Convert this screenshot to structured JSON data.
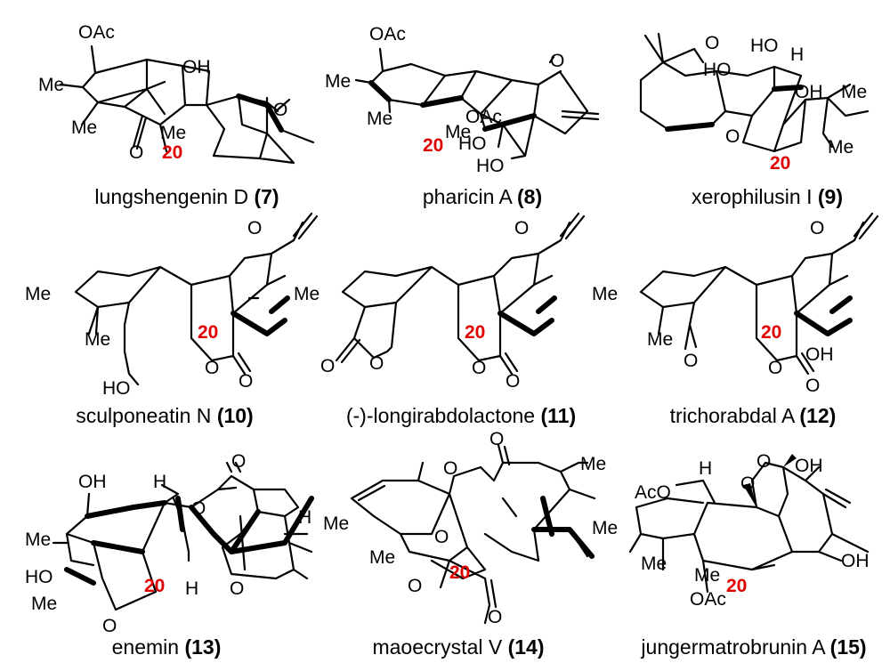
{
  "figure": {
    "highlight_color": "#e00000",
    "position_label": "20",
    "compounds": [
      {
        "name": "lungshengenin D",
        "number": "(7)",
        "labels": {
          "oac": "OAc",
          "oh": "OH",
          "me_a": "Me",
          "me_b": "Me",
          "me_c": "Me",
          "o_ketone": "O",
          "o_ether": "O"
        }
      },
      {
        "name": "pharicin A",
        "number": "(8)",
        "labels": {
          "oac": "OAc",
          "oac2": "OAc",
          "me_a": "Me",
          "me_b": "Me",
          "me_c": "Me",
          "o_ketone": "O",
          "oh_a": "HO",
          "oh_b": "HO"
        }
      },
      {
        "name": "xerophilusin I",
        "number": "(9)",
        "labels": {
          "o_ketone": "O",
          "oh_a": "HO",
          "oh_b": "HO",
          "oh_c": "OH",
          "h": "H",
          "me_a": "Me",
          "me_b": "Me",
          "o_ether": "O"
        }
      },
      {
        "name": "sculponeatin N",
        "number": "(10)",
        "labels": {
          "me_a": "Me",
          "me_b": "Me",
          "o_ketone": "O",
          "ho": "HO",
          "o_ring": "O",
          "o_carbonyl": "O"
        }
      },
      {
        "name": "(-)-longirabdolactone",
        "number": "(11)",
        "labels": {
          "me": "Me",
          "o_ketone": "O",
          "o_lac1": "O",
          "o_lac1_ring": "O",
          "o_ring": "O",
          "o_carbonyl": "O"
        }
      },
      {
        "name": "trichorabdal A",
        "number": "(12)",
        "labels": {
          "me_a": "Me",
          "me_b": "Me",
          "o_ketone": "O",
          "o_ald": "O",
          "o_ring": "O",
          "oh": "OH",
          "o_carbonyl": "O"
        }
      },
      {
        "name": "enemin",
        "number": "(13)",
        "labels": {
          "oh": "OH",
          "me_a": "Me",
          "me_b": "Me",
          "ho": "HO",
          "h_a": "H",
          "h_b": "H",
          "h_c": "H",
          "o_ring": "O",
          "o_lac": "O",
          "o_carbonyl": "O",
          "o_ketone": "O"
        }
      },
      {
        "name": "maoecrystal V",
        "number": "(14)",
        "labels": {
          "o_enone": "O",
          "o_ketone": "O",
          "me_a": "Me",
          "me_b": "Me",
          "me_c": "Me",
          "o_ether": "O",
          "o_ring": "O",
          "o_carbonyl": "O"
        }
      },
      {
        "name": "jungermatrobrunin A",
        "number": "(15)",
        "labels": {
          "aco": "AcO",
          "h": "H",
          "o1": "O",
          "o2": "O",
          "oh": "OH",
          "me_a": "Me",
          "me_b": "Me",
          "me_c": "Me",
          "oac": "OAc",
          "oh2": "OH"
        }
      }
    ]
  }
}
